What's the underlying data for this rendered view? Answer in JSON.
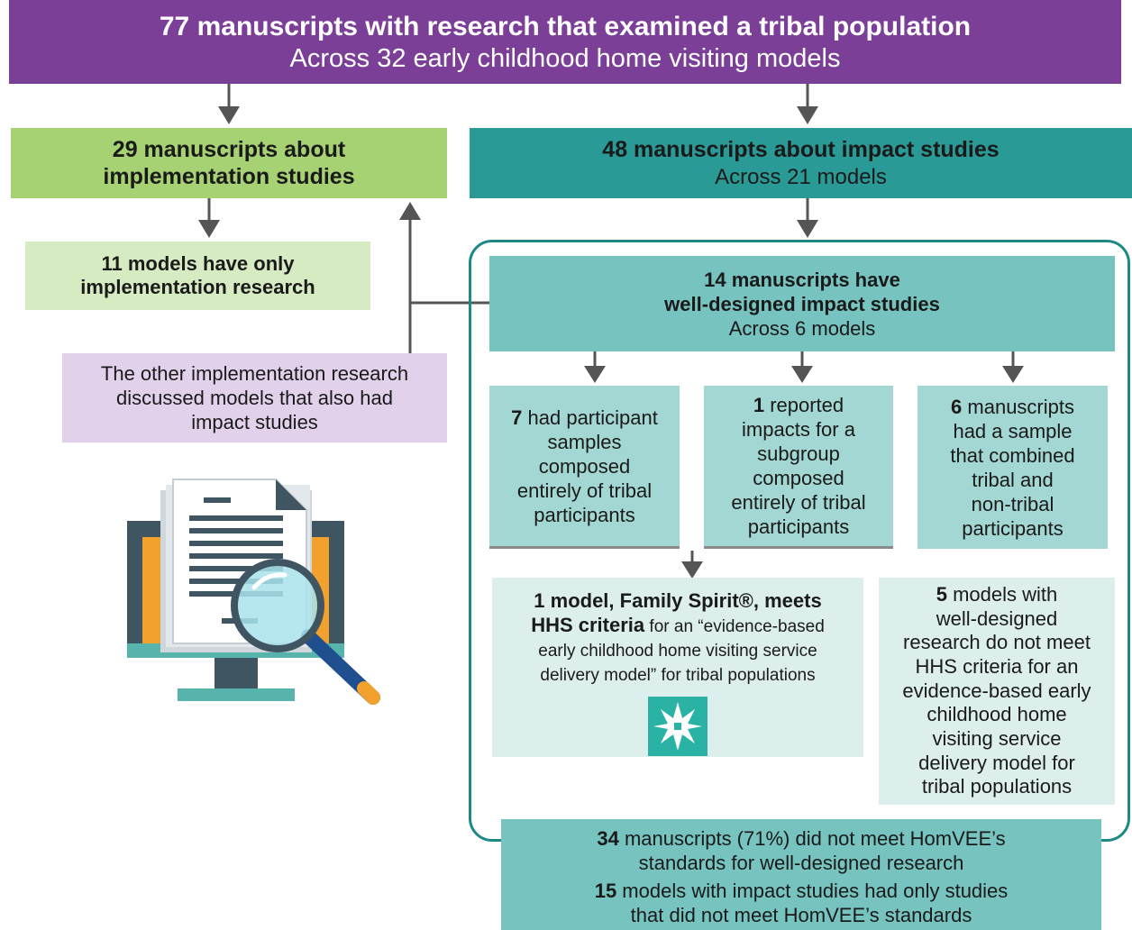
{
  "header": {
    "title": "77 manuscripts with research that examined a tribal population",
    "subtitle": "Across 32 early childhood home visiting models"
  },
  "implementation": {
    "line1": "29 manuscripts about",
    "line2": "implementation studies",
    "only_line1": "11 models have only",
    "only_line2": "implementation research",
    "other_line1": "The other implementation research",
    "other_line2": "discussed models that also had",
    "other_line3": "impact studies"
  },
  "impact": {
    "title": "48 manuscripts about impact studies",
    "subtitle": "Across 21 models"
  },
  "well_designed": {
    "line1": "14 manuscripts have",
    "line2": "well-designed impact studies",
    "line3": "Across 6 models"
  },
  "subgroups": {
    "a_num": "7",
    "a_lines": [
      "had participant",
      "samples",
      "composed",
      "entirely of tribal",
      "participants"
    ],
    "b_num": "1",
    "b_lines": [
      "reported",
      "impacts for a",
      "subgroup",
      "composed",
      "entirely of tribal",
      "participants"
    ],
    "c_num": "6",
    "c_lines": [
      "manuscripts",
      "had a sample",
      "that combined",
      "tribal and",
      "non-tribal",
      "participants"
    ]
  },
  "meets": {
    "bold1": "1 model, Family Spirit®, meets",
    "bold2": "HHS criteria",
    "rest2": " for an “evidence-based",
    "line3": "early childhood home visiting service",
    "line4": "delivery model” for tribal populations",
    "badge_icon": "star-badge-icon"
  },
  "not_meet": {
    "num": "5",
    "lines": [
      "models with",
      "well-designed",
      "research do not meet",
      "HHS criteria for an",
      "evidence-based early",
      "childhood home",
      "visiting service",
      "delivery model for",
      "tribal populations"
    ]
  },
  "bottom": {
    "num1": "34",
    "line1": " manuscripts (71%) did not meet HomVEE’s",
    "line2": "standards for well-designed research",
    "num2": "15",
    "line3": " models with impact studies had only studies",
    "line4": "that did not meet HomVEE’s standards"
  },
  "illustration": {
    "icon": "computer-document-magnifier-icon"
  },
  "colors": {
    "purple": "#7b3f98",
    "green": "#a6d274",
    "light_green": "#d7ebc3",
    "lavender": "#e2d1ea",
    "teal_dark": "#2a9a96",
    "teal_mid": "#76c3bf",
    "teal_light": "#a3d7d3",
    "teal_pale": "#ddefed"
  }
}
